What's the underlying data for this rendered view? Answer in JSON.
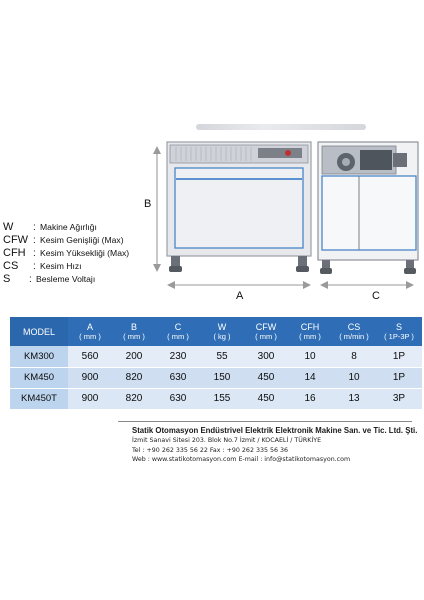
{
  "dimension_labels": {
    "height": "B",
    "width": "A",
    "depth": "C"
  },
  "legend": [
    {
      "code": "W",
      "text": "Makine Ağırlığı"
    },
    {
      "code": "CFW",
      "text": "Kesim Genişliği   (Max)"
    },
    {
      "code": "CFH",
      "text": "Kesim Yüksekliği (Max)"
    },
    {
      "code": "CS",
      "text": "Kesim Hızı"
    },
    {
      "code": "S",
      "text": "Besleme Voltajı"
    }
  ],
  "legend_separator": ":",
  "table": {
    "headers": [
      {
        "name": "MODEL",
        "unit": ""
      },
      {
        "name": "A",
        "unit": "( mm )"
      },
      {
        "name": "B",
        "unit": "( mm )"
      },
      {
        "name": "C",
        "unit": "( mm )"
      },
      {
        "name": "W",
        "unit": "( kg )"
      },
      {
        "name": "CFW",
        "unit": "( mm )"
      },
      {
        "name": "CFH",
        "unit": "( mm )"
      },
      {
        "name": "CS",
        "unit": "( m/min )"
      },
      {
        "name": "S",
        "unit": "( 1P-3P )"
      }
    ],
    "rows": [
      [
        "KM300",
        "560",
        "200",
        "230",
        "55",
        "300",
        "10",
        "8",
        "1P"
      ],
      [
        "KM450",
        "900",
        "820",
        "630",
        "150",
        "450",
        "14",
        "10",
        "1P"
      ],
      [
        "KM450T",
        "900",
        "820",
        "630",
        "155",
        "450",
        "16",
        "13",
        "3P"
      ]
    ]
  },
  "company": {
    "name": "Statik Otomasyon Endüstrivel Elektrik Elektronik Makine San. ve Tic. Ltd. Şti.",
    "address": "İzmit Sanavi Sitesi 203. Blok No.7 İzmit / KOCAELİ / TÜRKİYE",
    "phone": "Tel : +90 262 335 56 22   Fax : +90 262 335 56 36",
    "web": "Web : www.statikotomasyon.com   E-mail : info@statikotomasyon.com"
  },
  "colors": {
    "header_blue": "#2f6eb6",
    "row_light_blue": "#d6e4f3",
    "dimension_gray": "#9a9a9a"
  }
}
